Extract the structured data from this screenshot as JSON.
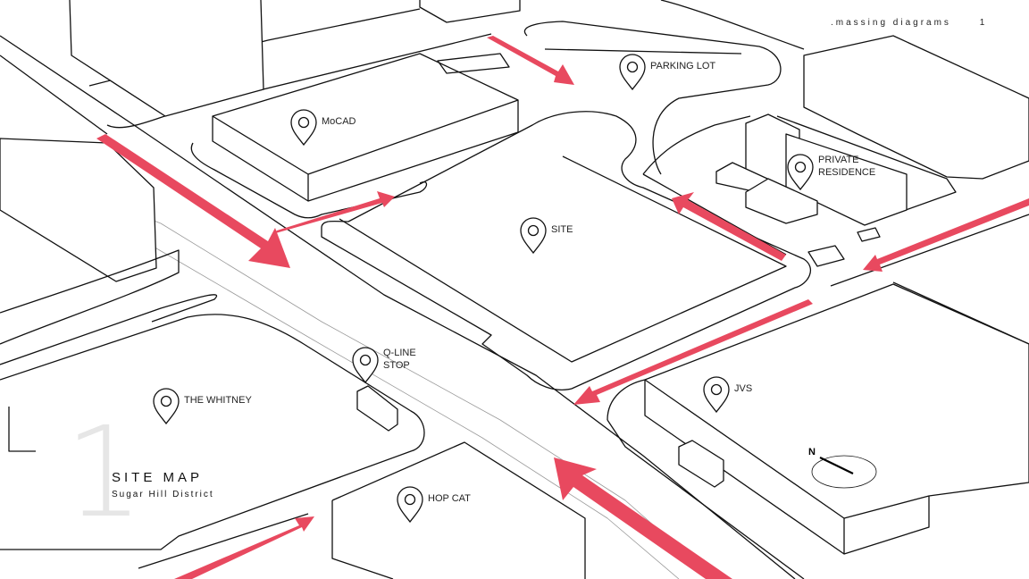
{
  "header": {
    "section": ".massing diagrams",
    "page_number": "1"
  },
  "title_block": {
    "number": "1",
    "title": "SITE MAP",
    "subtitle": "Sugar Hill District"
  },
  "compass": {
    "label": "N"
  },
  "places": [
    {
      "id": "mocad",
      "label": [
        "MoCAD"
      ]
    },
    {
      "id": "parking-lot",
      "label": [
        "PARKING LOT"
      ]
    },
    {
      "id": "private-residence",
      "label": [
        "PRIVATE",
        "RESIDENCE"
      ]
    },
    {
      "id": "site",
      "label": [
        "SITE"
      ]
    },
    {
      "id": "q-line-stop",
      "label": [
        "Q-LINE",
        "STOP"
      ]
    },
    {
      "id": "the-whitney",
      "label": [
        "THE WHITNEY"
      ]
    },
    {
      "id": "jvs",
      "label": [
        "JVS"
      ]
    },
    {
      "id": "hop-cat",
      "label": [
        "HOP CAT"
      ]
    }
  ],
  "colors": {
    "arrow": "#e8495f",
    "line": "#111111",
    "label_number": "#e6e6e6"
  },
  "icons": {
    "pin": "map-pin-icon",
    "arrow": "traffic-direction-arrow"
  }
}
